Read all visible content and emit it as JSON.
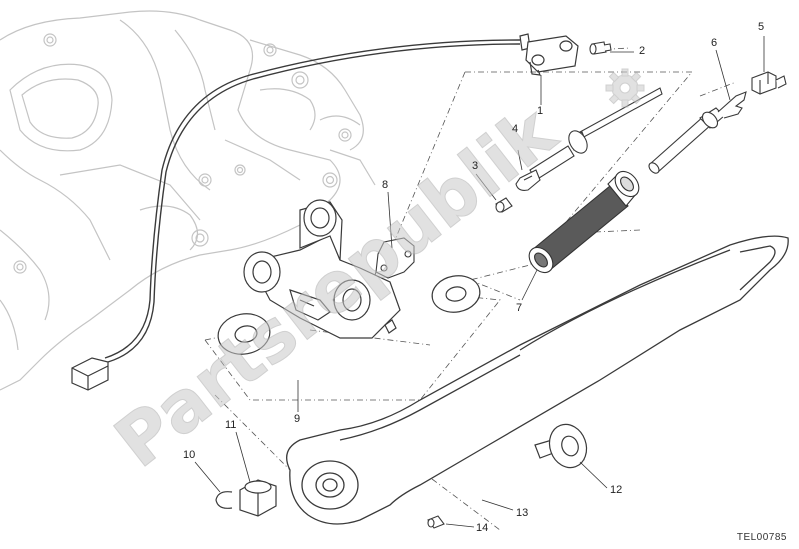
{
  "diagram": {
    "callouts": [
      {
        "id": "1",
        "label": "1"
      },
      {
        "id": "2",
        "label": "2"
      },
      {
        "id": "3",
        "label": "3"
      },
      {
        "id": "4",
        "label": "4"
      },
      {
        "id": "5",
        "label": "5"
      },
      {
        "id": "6",
        "label": "6"
      },
      {
        "id": "7",
        "label": "7"
      },
      {
        "id": "8",
        "label": "8"
      },
      {
        "id": "9",
        "label": "9"
      },
      {
        "id": "10",
        "label": "10"
      },
      {
        "id": "11",
        "label": "11"
      },
      {
        "id": "12",
        "label": "12"
      },
      {
        "id": "13",
        "label": "13"
      },
      {
        "id": "14",
        "label": "14"
      }
    ],
    "drawing_code": "TEL00785",
    "watermark": "Partsrepublik",
    "colors": {
      "line": "#3a3a3a",
      "faint": "#b8b8b8",
      "watermark": "#d9d9d9",
      "spring": "#555555"
    }
  }
}
